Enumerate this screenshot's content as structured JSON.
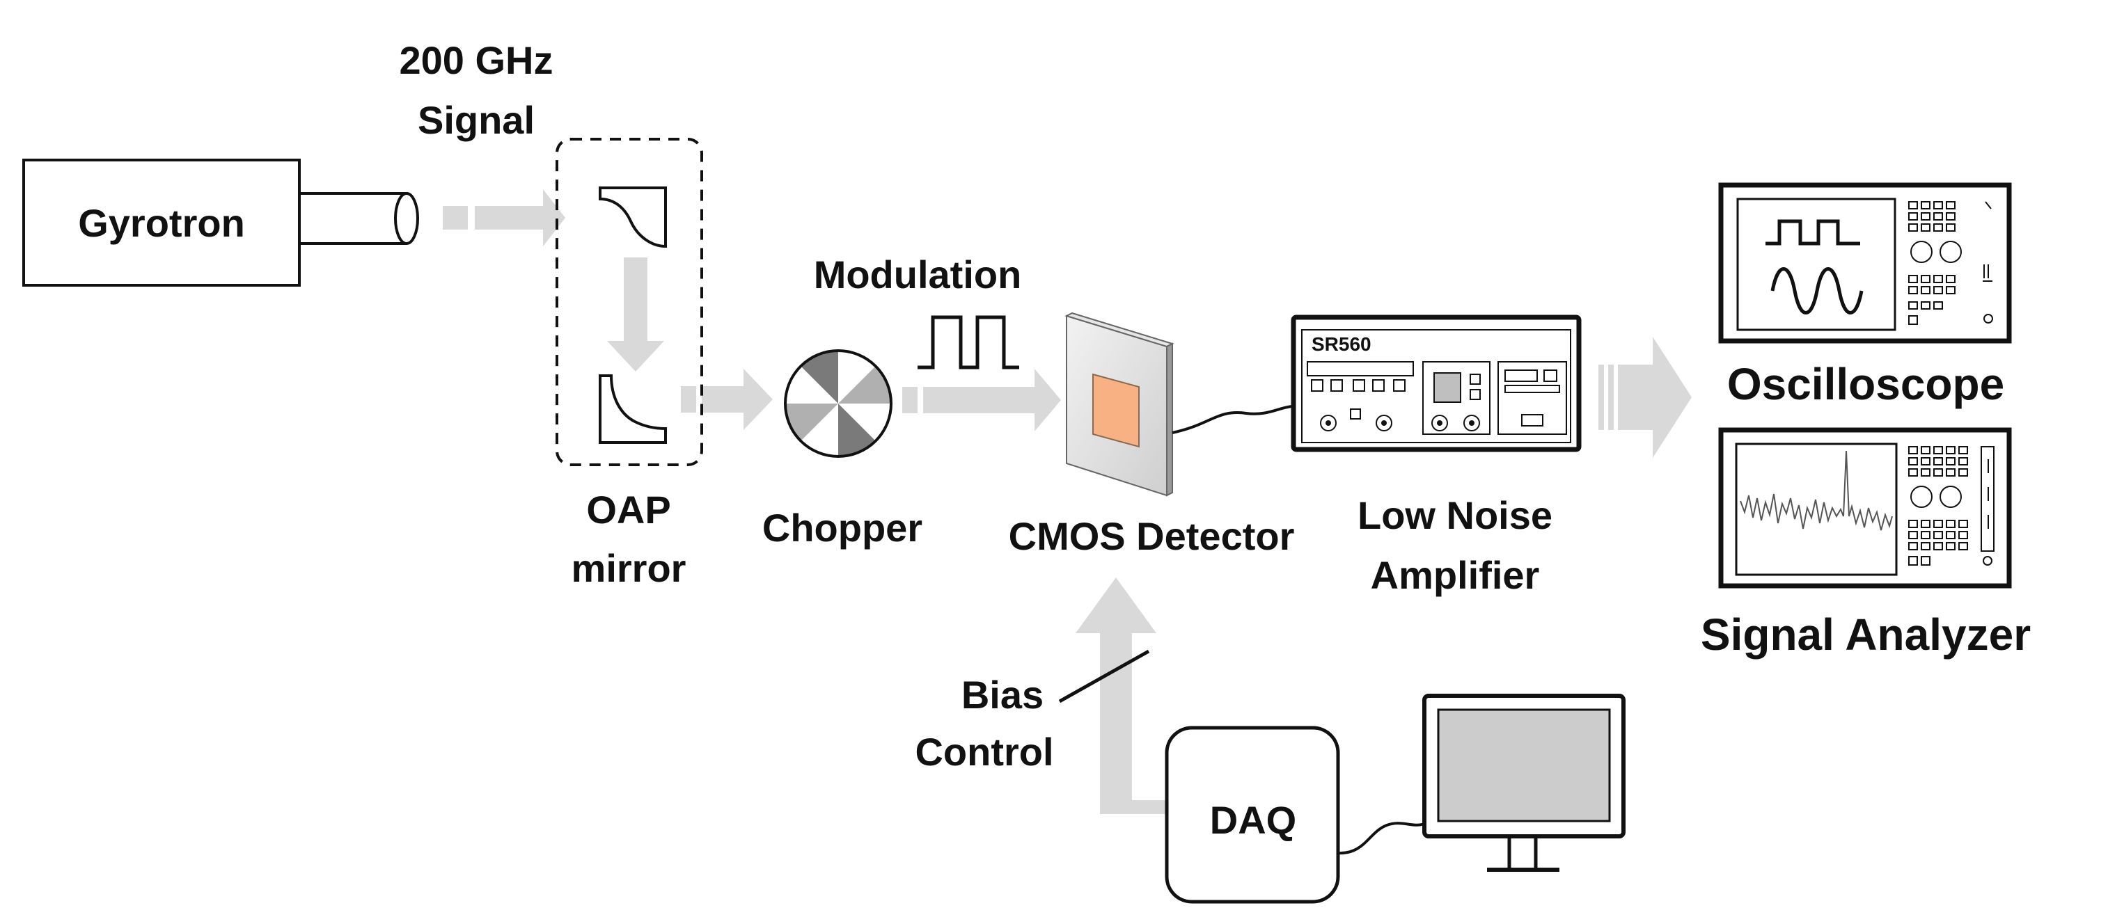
{
  "labels": {
    "gyrotron": "Gyrotron",
    "signal_line1": "200 GHz",
    "signal_line2": "Signal",
    "modulation": "Modulation",
    "oap_line1": "OAP",
    "oap_line2": "mirror",
    "chopper": "Chopper",
    "detector": "CMOS Detector",
    "amp_model": "SR560",
    "amp_line1": "Low Noise",
    "amp_line2": "Amplifier",
    "oscilloscope": "Oscilloscope",
    "analyzer": "Signal Analyzer",
    "bias_line1": "Bias",
    "bias_line2": "Control",
    "daq": "DAQ"
  },
  "colors": {
    "arrow": "#d9d9d9",
    "detector_chip": "#f8b183",
    "stroke": "#111111"
  }
}
